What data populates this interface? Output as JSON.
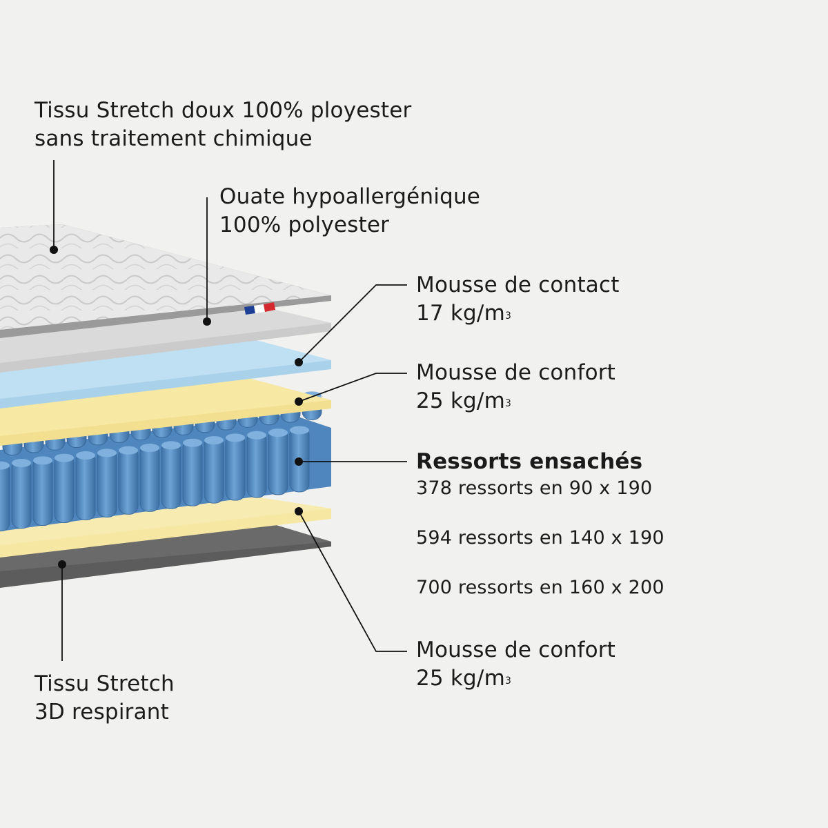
{
  "colors": {
    "background": "#f1f1ef",
    "quilted_cover": "#e6e6e6",
    "wadding": "#d9d9d9",
    "contact_foam": "#bfe0f2",
    "comfort_foam": "#f7e8a3",
    "springs": "#5b93c9",
    "bottom_fabric": "#5c5c5c",
    "leader_line": "#111111"
  },
  "flag_colors": [
    "#1d3f95",
    "#ffffff",
    "#d42a2f"
  ],
  "labels": {
    "top_fabric": [
      "Tissu Stretch doux 100% ployester",
      "sans traitement chimique"
    ],
    "wadding": [
      "Ouate hypoallergénique",
      "100% polyester"
    ],
    "contact_foam": {
      "name": "Mousse de contact",
      "density": "17 kg/m",
      "exp": "3"
    },
    "comfort_foam_top": {
      "name": "Mousse de confort",
      "density": "25 kg/m",
      "exp": "3"
    },
    "springs": {
      "title": "Ressorts ensachés",
      "counts": [
        "378 ressorts en 90 x 190",
        "594 ressorts en 140 x 190",
        "700 ressorts en 160 x 200"
      ]
    },
    "comfort_foam_bottom": {
      "name": "Mousse de confort",
      "density": "25 kg/m",
      "exp": "3"
    },
    "bottom_fabric": [
      "Tissu Stretch",
      "3D respirant"
    ]
  }
}
